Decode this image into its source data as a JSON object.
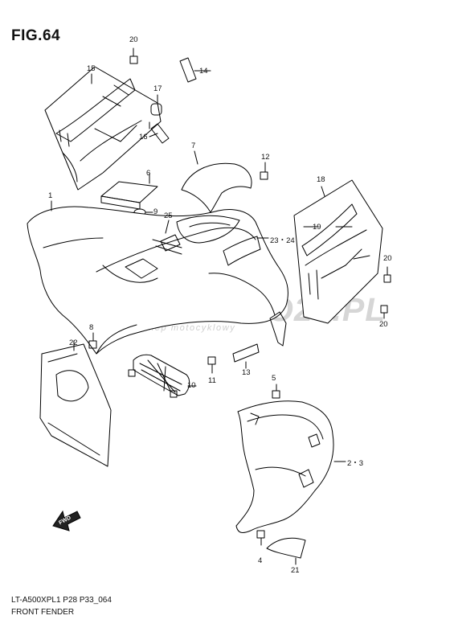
{
  "figure": {
    "title": "FIG.64",
    "code": "LT-A500XPL1 P28 P33_064",
    "name": "FRONT FENDER"
  },
  "watermark": {
    "text": "SKLEPMOTO24.PL",
    "subtext": "internetowy sklep motocyklowy"
  },
  "fwd_label": "FWD",
  "callouts": {
    "p1": "1",
    "p23": "2・3",
    "p4": "4",
    "p5": "5",
    "p6": "6",
    "p7": "7",
    "p8": "8",
    "p9": "9",
    "p10": "10",
    "p11": "11",
    "p12": "12",
    "p13": "13",
    "p14": "14",
    "p15": "15",
    "p16": "16",
    "p17": "17",
    "p18": "18",
    "p19": "19",
    "p20a": "20",
    "p20b": "20",
    "p20c": "20",
    "p21": "21",
    "p22": "22",
    "p2324": "23・24",
    "p25": "25"
  }
}
